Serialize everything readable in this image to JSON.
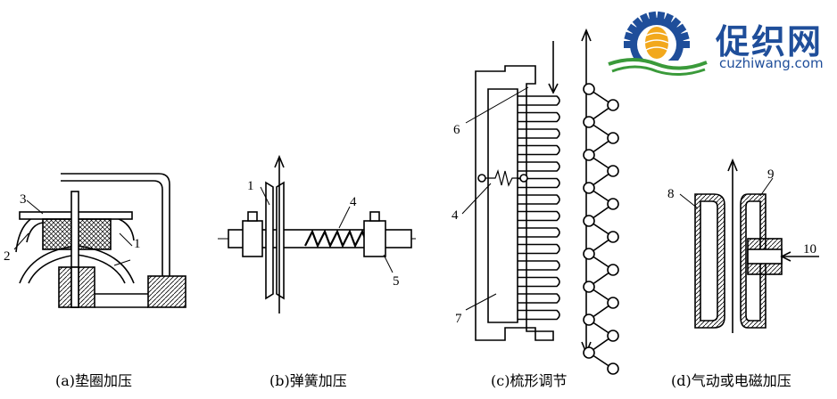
{
  "logo": {
    "brand": "促织网",
    "url": "cuzhiwang.com",
    "colors": {
      "gear": "#1f4e9a",
      "spool": "#f2a81d",
      "wave": "#3a9a3a"
    }
  },
  "panels": [
    {
      "caption": "(a)垫圈加压",
      "numbers": [
        "3",
        "2",
        "1"
      ]
    },
    {
      "caption": "(b)弹簧加压",
      "numbers": [
        "1",
        "4",
        "5"
      ]
    },
    {
      "caption": "(c)梳形调节",
      "numbers": [
        "6",
        "4",
        "7"
      ]
    },
    {
      "caption": "(d)气动或电磁加压",
      "numbers": [
        "8",
        "9",
        "10"
      ]
    }
  ]
}
